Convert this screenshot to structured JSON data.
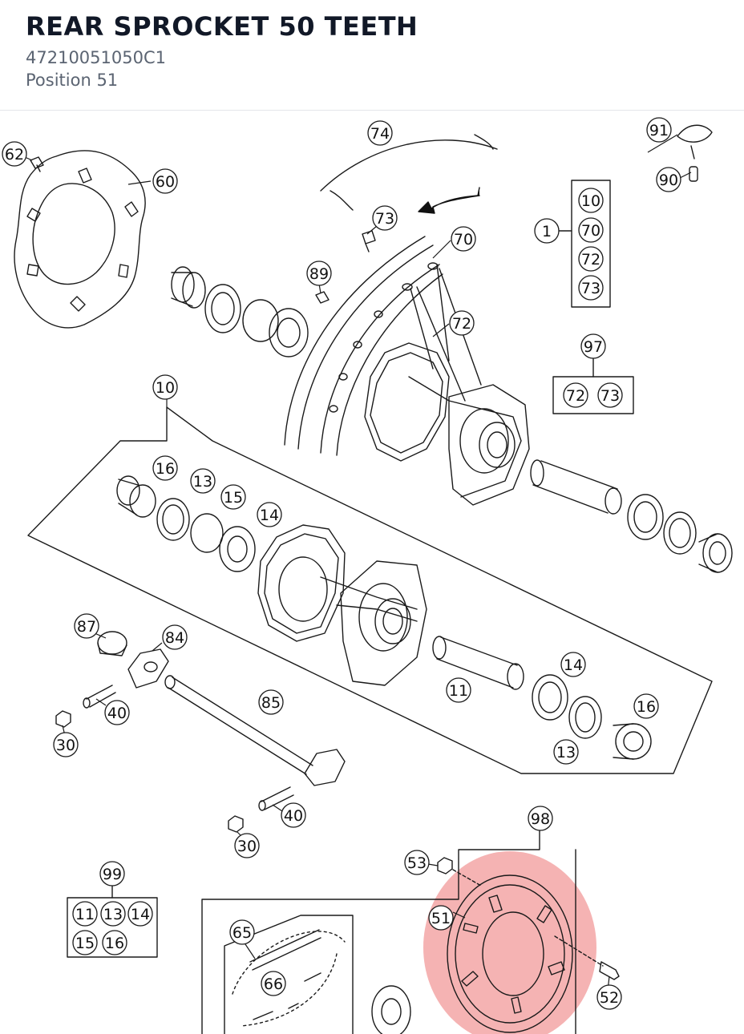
{
  "header": {
    "title": "REAR SPROCKET 50 TEETH",
    "part_number": "47210051050C1",
    "position": "Position 51"
  },
  "highlight": {
    "position": "51",
    "color": "#f08080"
  },
  "labels": {
    "62": "62",
    "60": "60",
    "74": "74",
    "73": "73",
    "70": "70",
    "89": "89",
    "72": "72",
    "91": "91",
    "90": "90",
    "1": "1",
    "10": "10",
    "97": "97",
    "16": "16",
    "13": "13",
    "15": "15",
    "14": "14",
    "87": "87",
    "84": "84",
    "40": "40",
    "30": "30",
    "85": "85",
    "11": "11",
    "98": "98",
    "53": "53",
    "51": "51",
    "52": "52",
    "99": "99",
    "65": "65",
    "66": "66"
  },
  "groups": {
    "g1": [
      "10",
      "70",
      "72",
      "73"
    ],
    "g97": [
      "72",
      "73"
    ],
    "g99_row1": [
      "11",
      "13",
      "14"
    ],
    "g99_row2": [
      "15",
      "16"
    ]
  }
}
